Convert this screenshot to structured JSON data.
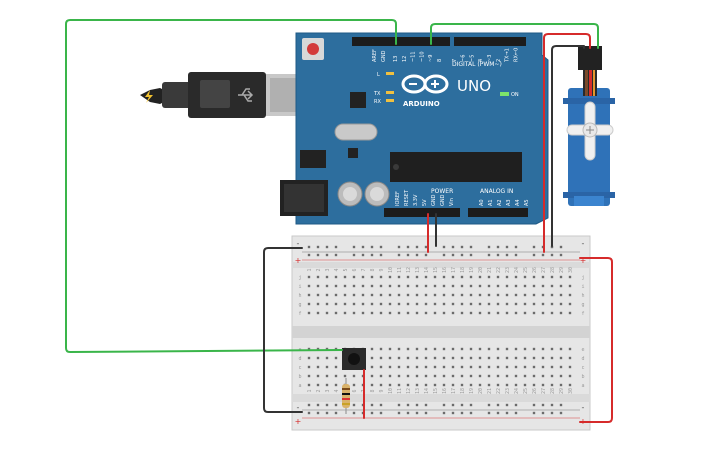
{
  "board": {
    "brand": "ARDUINO",
    "model": "UNO",
    "on_label": "ON",
    "led_l": "L",
    "led_tx": "TX",
    "led_rx": "RX",
    "digital_header": "DIGITAL (PWM~)",
    "power_header": "POWER",
    "analog_header": "ANALOG IN",
    "aref": "AREF",
    "gnd": "GND",
    "digital_pins": [
      "13",
      "12",
      "~11",
      "~10",
      "~9",
      "8",
      "7",
      "~6",
      "~5",
      "4",
      "~3",
      "2",
      "TX→1",
      "RX←0"
    ],
    "power_pins": [
      "IOREF",
      "RESET",
      "3.3V",
      "5V",
      "GND",
      "GND",
      "Vin"
    ],
    "analog_pins": [
      "A0",
      "A1",
      "A2",
      "A3",
      "A4",
      "A5"
    ]
  },
  "breadboard": {
    "rail_minus": "-",
    "rail_plus": "+",
    "top_rows": [
      "j",
      "i",
      "h",
      "g",
      "f"
    ],
    "bottom_rows": [
      "e",
      "d",
      "c",
      "b",
      "a"
    ],
    "columns": [
      "1",
      "2",
      "3",
      "4",
      "5",
      "6",
      "7",
      "8",
      "9",
      "10",
      "11",
      "12",
      "13",
      "14",
      "15",
      "16",
      "17",
      "18",
      "19",
      "20",
      "21",
      "22",
      "23",
      "24",
      "25",
      "26",
      "27",
      "28",
      "29",
      "30"
    ]
  },
  "colors": {
    "board": "#2d6e9e",
    "wire_green": "#3ab54a",
    "wire_red": "#d62b2b",
    "wire_black": "#333333",
    "servo": "#2f72b8",
    "breadboard": "#e6e6e6"
  }
}
